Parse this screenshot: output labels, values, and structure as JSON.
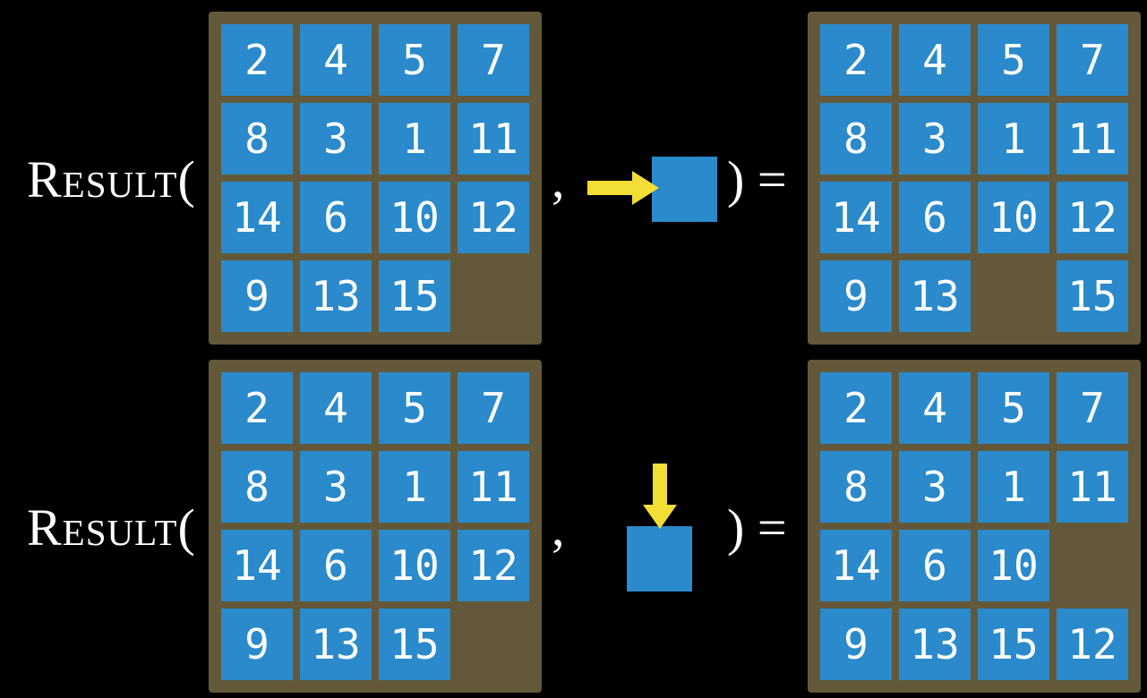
{
  "colors": {
    "background": "#000000",
    "board_frame": "#63593a",
    "tile_blue": "#2a8acb",
    "arrow_yellow": "#f2de35",
    "text_white": "#ffffff"
  },
  "rows": [
    {
      "function_label": "Result(",
      "comma": ",",
      "close_label": ") =",
      "action": {
        "icon": "right-arrow-icon",
        "direction": "right"
      },
      "input_grid": [
        "2",
        "4",
        "5",
        "7",
        "8",
        "3",
        "1",
        "11",
        "14",
        "6",
        "10",
        "12",
        "9",
        "13",
        "15",
        ""
      ],
      "output_grid": [
        "2",
        "4",
        "5",
        "7",
        "8",
        "3",
        "1",
        "11",
        "14",
        "6",
        "10",
        "12",
        "9",
        "13",
        "",
        "15"
      ]
    },
    {
      "function_label": "Result(",
      "comma": ",",
      "close_label": ") =",
      "action": {
        "icon": "down-arrow-icon",
        "direction": "down"
      },
      "input_grid": [
        "2",
        "4",
        "5",
        "7",
        "8",
        "3",
        "1",
        "11",
        "14",
        "6",
        "10",
        "12",
        "9",
        "13",
        "15",
        ""
      ],
      "output_grid": [
        "2",
        "4",
        "5",
        "7",
        "8",
        "3",
        "1",
        "11",
        "14",
        "6",
        "10",
        "",
        "9",
        "13",
        "15",
        "12"
      ]
    }
  ]
}
